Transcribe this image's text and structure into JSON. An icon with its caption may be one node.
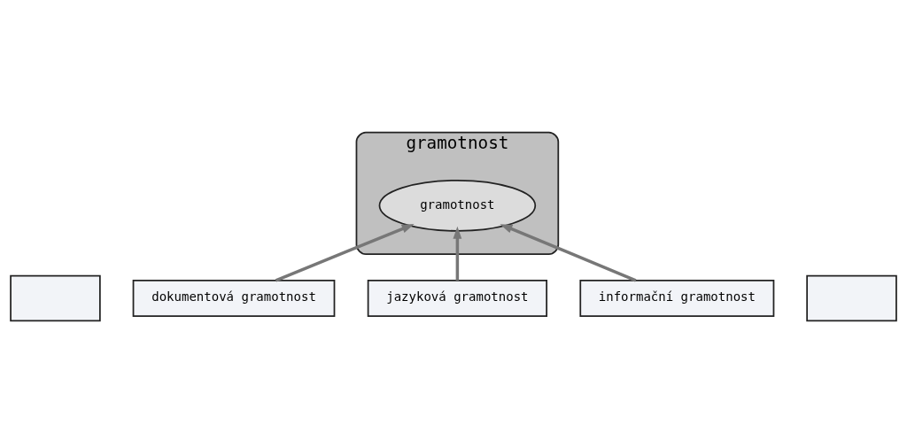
{
  "diagram": {
    "nodes": [
      {
        "text": [],
        "shape": "box"
      },
      {
        "text": [
          "gramotnost"
        ]
      },
      {
        "text": [
          "gramotnost"
        ],
        "in": 1
      },
      {
        "text": [],
        "shape": "box"
      },
      {
        "text": [
          "dokumentová gramotnost"
        ]
      },
      {
        "text": [
          "jazyková gramotnost"
        ]
      },
      {
        "text": [
          "informační gramotnost"
        ]
      }
    ],
    "edges": [
      {
        "from": 4,
        "to": 2,
        "arrow": "to"
      },
      {
        "from": 6,
        "to": 2,
        "arrow": "to"
      },
      {
        "from": 5,
        "to": 2,
        "arrow": "to"
      }
    ]
  }
}
